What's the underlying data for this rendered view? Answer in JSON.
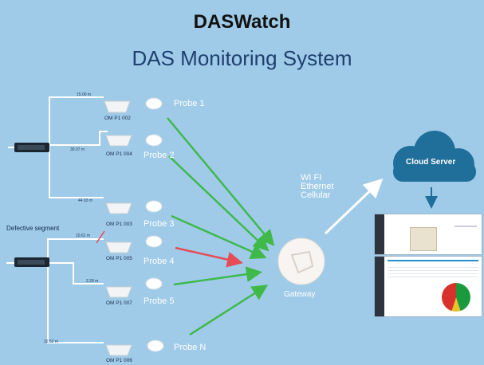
{
  "header": {
    "title": "DASWatch",
    "subtitle": "DAS Monitoring System"
  },
  "probes": [
    {
      "label": "Probe 1",
      "antenna": "OM P1 002",
      "cable_length": "15.00 m"
    },
    {
      "label": "Probe 2",
      "antenna": "OM P1 004",
      "cable_length": "30.07 m"
    },
    {
      "label": "Probe 3",
      "antenna": "OM P1 003",
      "cable_length": "44.93 m"
    },
    {
      "label": "Probe 4",
      "antenna": "OM P1 005",
      "cable_length": "10.61 m"
    },
    {
      "label": "Probe 5",
      "antenna": "OM P1 007",
      "cable_length": "2.28 m"
    },
    {
      "label": "Probe N",
      "antenna": "OM P1 006",
      "cable_length": "32.52 m"
    }
  ],
  "defective_segment_label": "Defective segment",
  "gateway_label": "Gateway",
  "connectivity": [
    "WI FI",
    "Ethernet",
    "Cellular"
  ],
  "cloud_label": "Cloud Server",
  "colors": {
    "background": "#9fcbe9",
    "ok_arrow": "#3fb94a",
    "fault_arrow": "#e64c55",
    "cloud": "#1f6f9a"
  }
}
